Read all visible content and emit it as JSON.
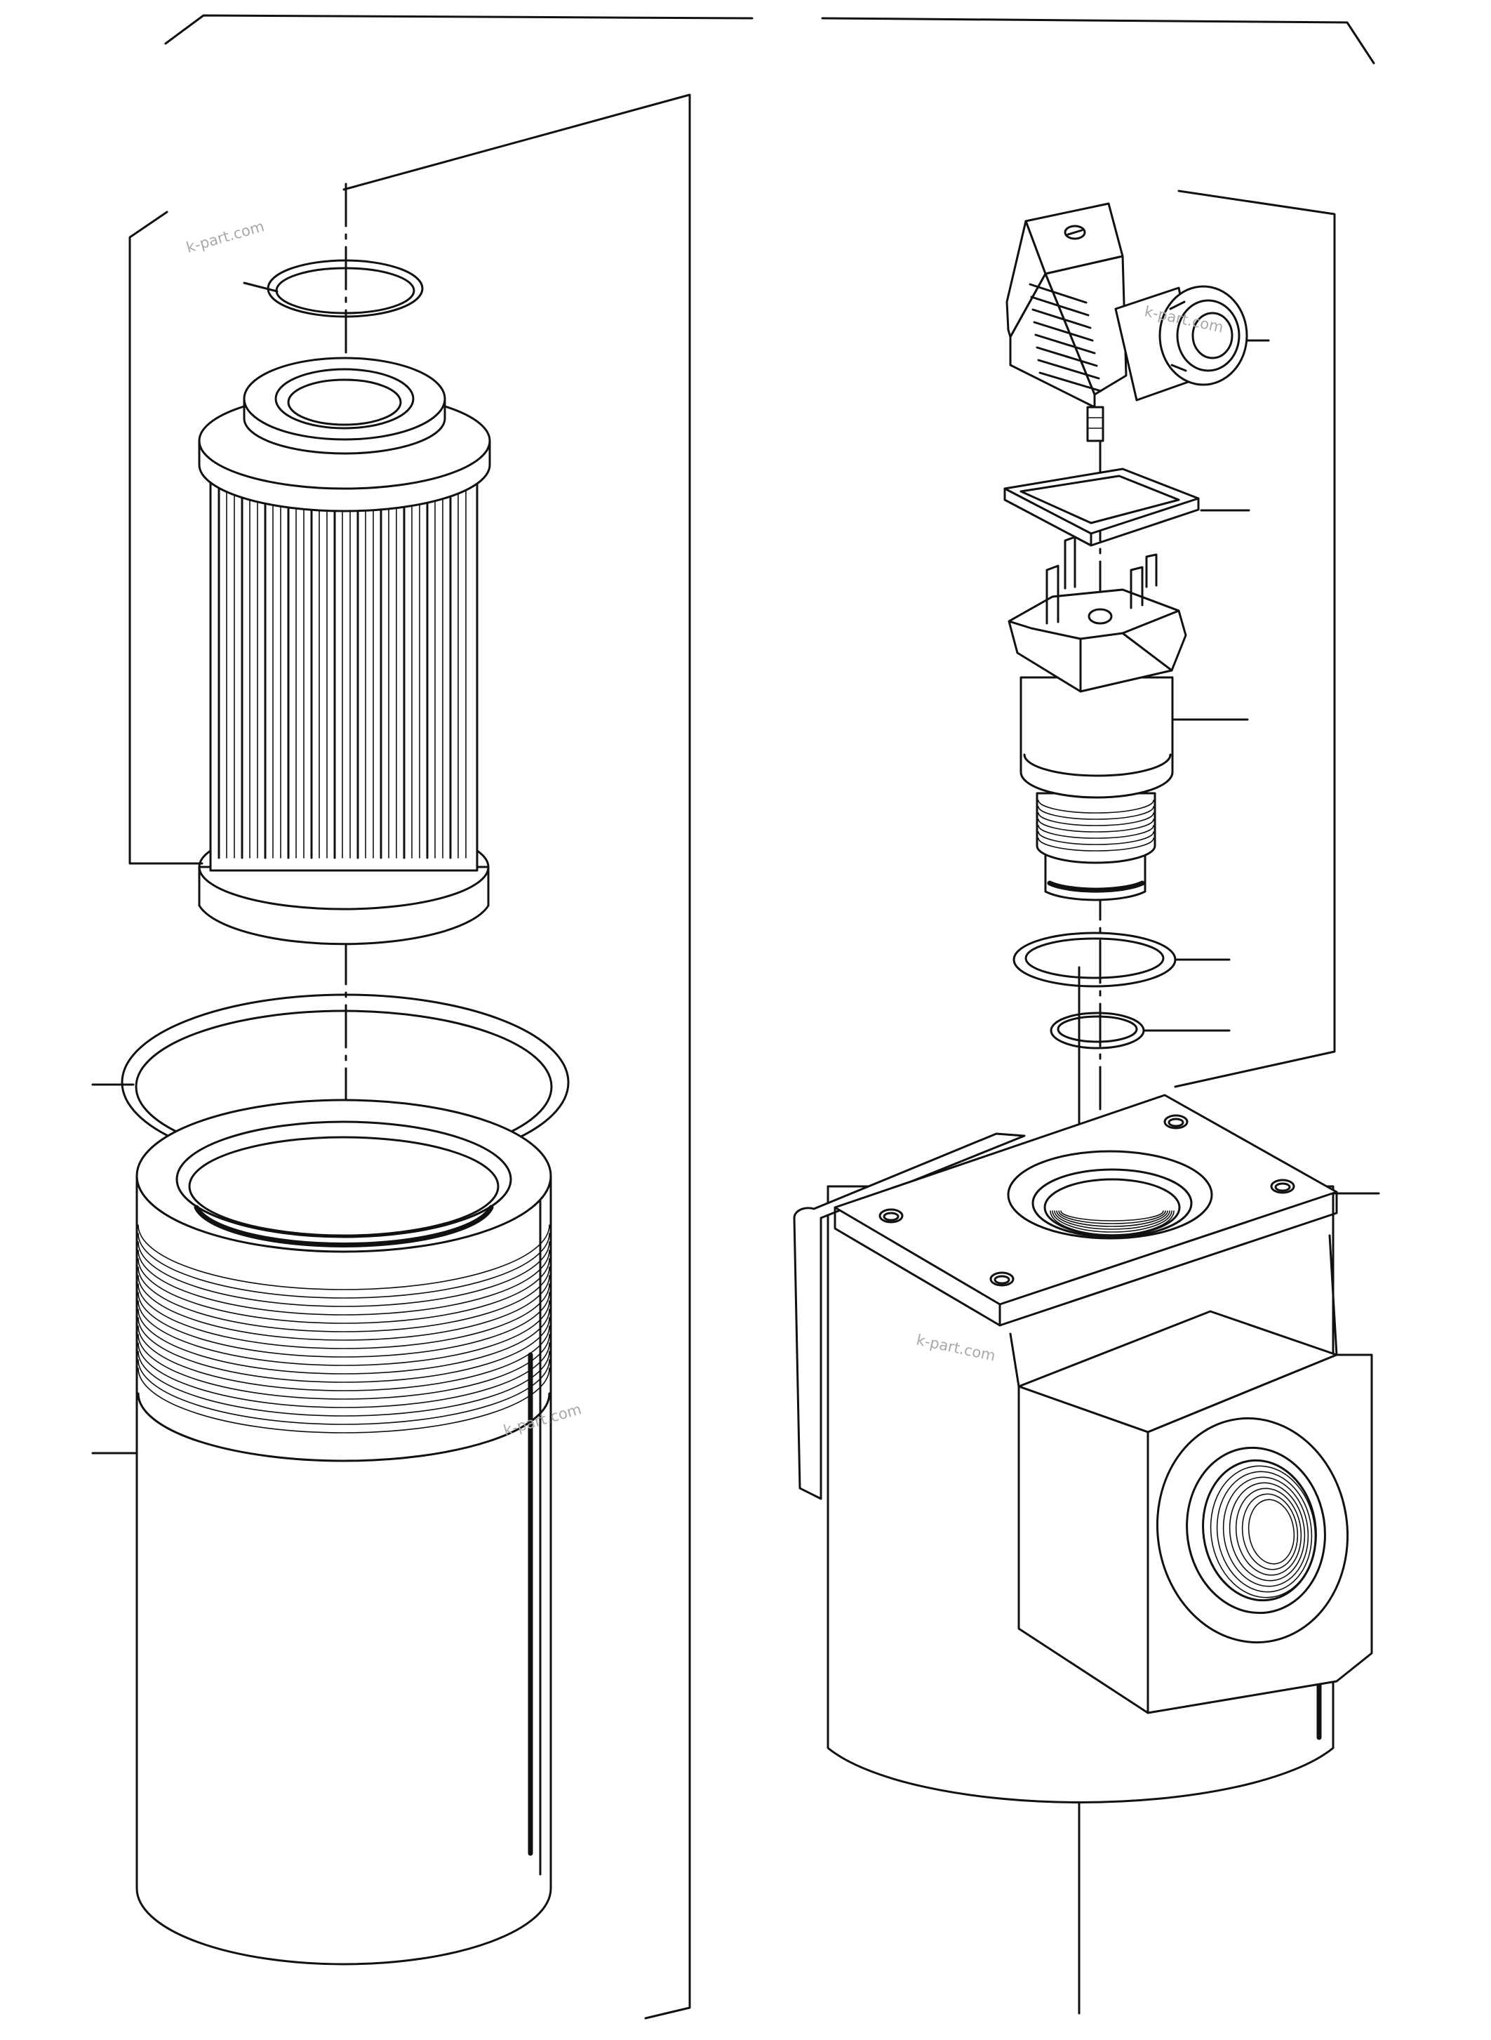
{
  "watermarks": [
    "k-part.com",
    "k-part.com",
    "k-part.com",
    "k-part.com"
  ],
  "colors": {
    "line": "#111111",
    "background": "#ffffff",
    "watermark": "#a9a9a9"
  }
}
